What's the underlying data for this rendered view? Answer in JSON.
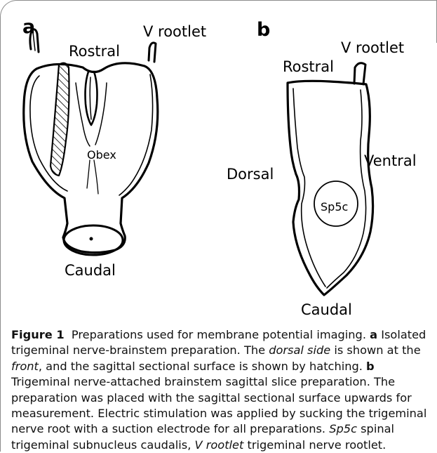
{
  "panel_a": {
    "letter": "a",
    "rostral": "Rostral",
    "v_rootlet": "V rootlet",
    "obex": "Obex",
    "caudal": "Caudal"
  },
  "panel_b": {
    "letter": "b",
    "rostral": "Rostral",
    "v_rootlet": "V rootlet",
    "dorsal": "Dorsal",
    "ventral": "Ventral",
    "sp5c": "Sp5c",
    "caudal": "Caudal"
  },
  "caption": {
    "figure_label": "Figure 1",
    "title": "Preparations used for membrane potential imaging.",
    "a_letter": "a",
    "a_text_1": "Isolated trigeminal nerve-brainstem preparation. The",
    "a_italic_1": "dorsal side",
    "a_text_2": "is shown at the",
    "a_italic_2": "front",
    "a_text_3": ", and the sagittal sectional surface is shown by hatching.",
    "b_letter": "b",
    "b_text": "Trigeminal nerve-attached brainstem sagittal slice preparation. The preparation was placed with the sagittal sectional surface upwards for measurement. Electric stimulation was applied by sucking the trigeminal nerve root with a suction electrode for all preparations.",
    "abbr_1": "Sp5c",
    "abbr_1_def": "spinal trigeminal subnucleus caudalis,",
    "abbr_2": "V rootlet",
    "abbr_2_def": "trigeminal nerve rootlet."
  }
}
